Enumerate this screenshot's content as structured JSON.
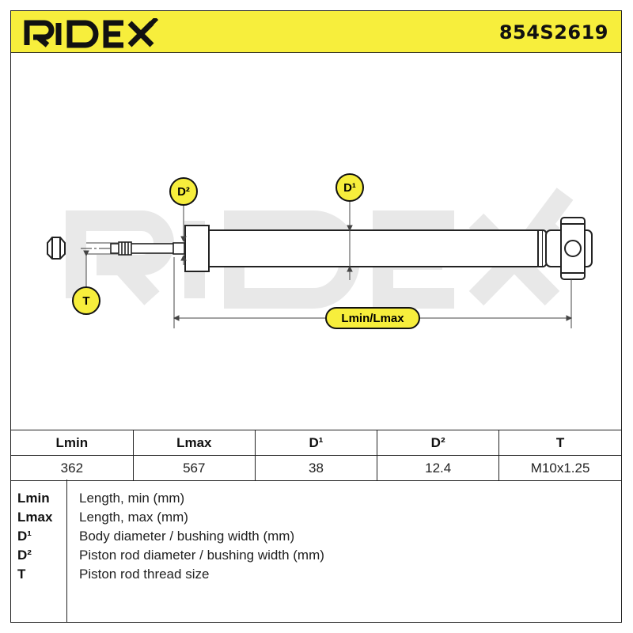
{
  "header": {
    "brand": "RIDEX",
    "part_number": "854S2619",
    "background_color": "#f7ee3c"
  },
  "drawing": {
    "watermark": "RIDEX",
    "callouts": {
      "d1": "D¹",
      "d2": "D²",
      "t": "T",
      "length": "Lmin/Lmax"
    }
  },
  "spec_table": {
    "headers": [
      "Lmin",
      "Lmax",
      "D¹",
      "D²",
      "T"
    ],
    "values": [
      "362",
      "567",
      "38",
      "12.4",
      "M10x1.25"
    ]
  },
  "legend": [
    {
      "key": "Lmin",
      "description": "Length, min (mm)"
    },
    {
      "key": "Lmax",
      "description": "Length, max (mm)"
    },
    {
      "key": "D¹",
      "description": "Body diameter / bushing width (mm)"
    },
    {
      "key": "D²",
      "description": "Piston rod diameter / bushing width (mm)"
    },
    {
      "key": "T",
      "description": "Piston rod thread size"
    }
  ]
}
